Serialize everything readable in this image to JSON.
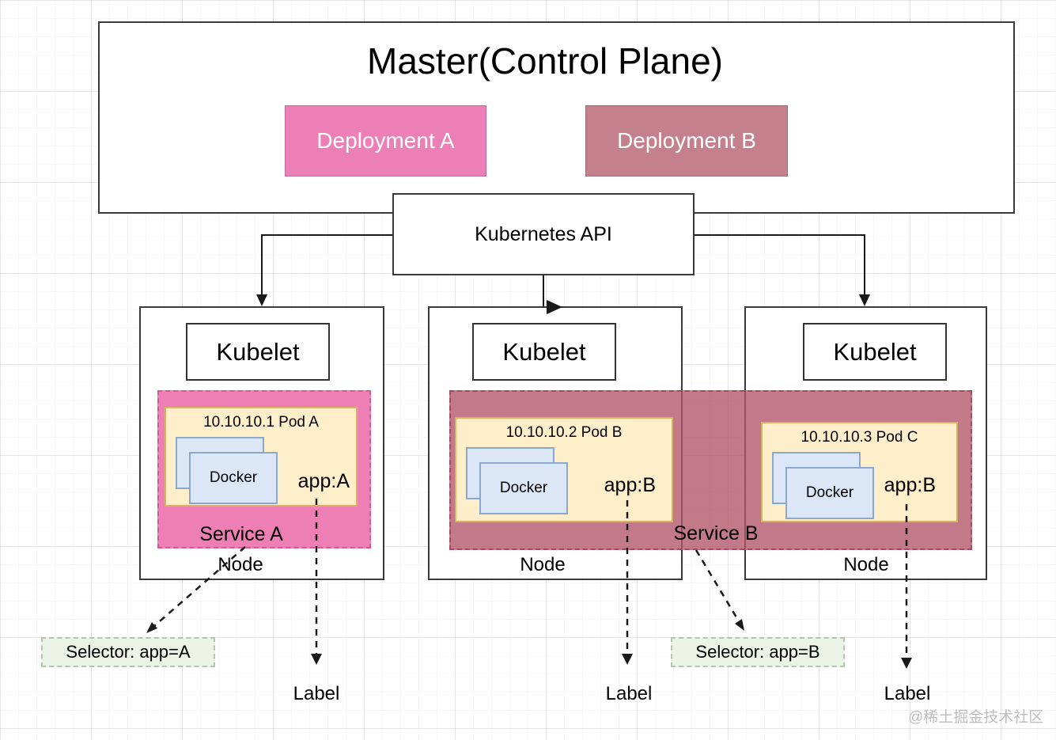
{
  "master": {
    "title": "Master(Control Plane)",
    "deployments": [
      {
        "label": "Deployment A"
      },
      {
        "label": "Deployment B"
      }
    ]
  },
  "api": {
    "label": "Kubernetes API"
  },
  "nodes": [
    {
      "kubelet_label": "Kubelet",
      "node_label": "Node",
      "pod": {
        "title": "10.10.10.1 Pod A",
        "docker_label": "Docker",
        "app_label": "app:A"
      }
    },
    {
      "kubelet_label": "Kubelet",
      "node_label": "Node",
      "pod": {
        "title": "10.10.10.2 Pod B",
        "docker_label": "Docker",
        "app_label": "app:B"
      }
    },
    {
      "kubelet_label": "Kubelet",
      "node_label": "Node",
      "pod": {
        "title": "10.10.10.3 Pod C",
        "docker_label": "Docker",
        "app_label": "app:B"
      }
    }
  ],
  "services": [
    {
      "label": "Service A"
    },
    {
      "label": "Service B"
    }
  ],
  "selectors": [
    {
      "label": "Selector: app=A"
    },
    {
      "label": "Selector: app=B"
    }
  ],
  "label_notes": [
    "Label",
    "Label",
    "Label"
  ],
  "watermark": "@稀土掘金技术社区",
  "colors": {
    "deployment_a": "#ec7fb6",
    "deployment_b": "#c5808d",
    "service_a": "#ee7fb4",
    "service_b": "rgba(177,84,106,0.78)",
    "pod_fill": "#ffeeca",
    "docker_fill": "#dbe6f7",
    "selector_fill": "#eaf3e5"
  }
}
